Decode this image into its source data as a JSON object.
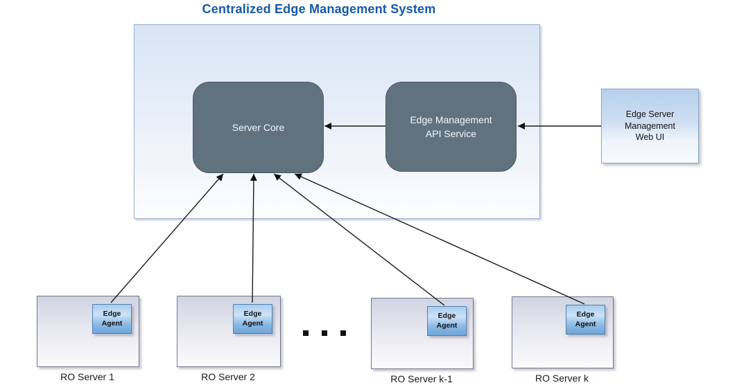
{
  "title": "Centralized Edge Management System",
  "colors": {
    "title_blue": "#1459a8",
    "container_fill_top": "#d8e4f4",
    "container_border": "#9cb2cf",
    "core_box_fill": "#61727f",
    "core_box_text": "#f3f7f9",
    "webui_fill_top": "#b7cfeb",
    "agent_fill_top": "#a9cdee",
    "agent_fill_bottom": "#6fa6da",
    "server_fill_top": "#d2d3e2",
    "arrow_color": "#1a1a1a"
  },
  "nodes": {
    "server_core": {
      "label": "Server Core"
    },
    "api_service": {
      "line1": "Edge Management",
      "line2": "API Service"
    },
    "web_ui": {
      "line1": "Edge Server",
      "line2": "Management",
      "line3": "Web UI"
    }
  },
  "agent_label": {
    "line1": "Edge",
    "line2": "Agent"
  },
  "servers": [
    {
      "label": "RO Server 1"
    },
    {
      "label": "RO Server 2"
    },
    {
      "label": "RO Server k-1"
    },
    {
      "label": "RO Server k"
    }
  ],
  "ellipsis": {
    "dot_count": 3
  },
  "edges": [
    {
      "from": "Edge Server Management Web UI",
      "to": "Edge Management API Service"
    },
    {
      "from": "Edge Management API Service",
      "to": "Server Core"
    },
    {
      "from": "RO Server 1 Edge Agent",
      "to": "Server Core"
    },
    {
      "from": "RO Server 2 Edge Agent",
      "to": "Server Core"
    },
    {
      "from": "RO Server k-1 Edge Agent",
      "to": "Server Core"
    },
    {
      "from": "RO Server k Edge Agent",
      "to": "Server Core"
    }
  ]
}
